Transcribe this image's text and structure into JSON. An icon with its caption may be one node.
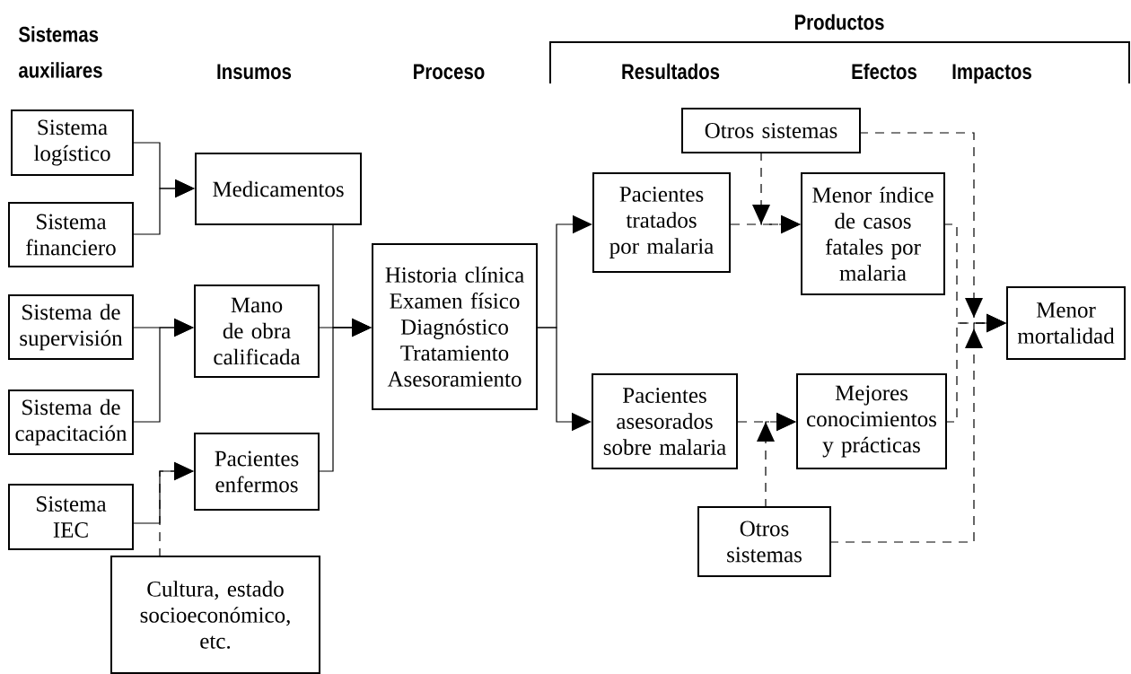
{
  "diagram": {
    "nodes": [
      {
        "text": [
          "Sistema logístico"
        ]
      },
      {
        "text": [
          "Sistema financiero"
        ]
      },
      {
        "text": [
          "Sistema de supervisión"
        ]
      },
      {
        "text": [
          "Sistema de capacitación"
        ]
      },
      {
        "text": [
          "Sistema IEC"
        ]
      },
      {
        "text": [
          "Medicamentos"
        ]
      },
      {
        "text": [
          "Mano de obra calificada"
        ]
      },
      {
        "text": [
          "Pacientes enfermos"
        ]
      },
      {
        "text": [
          "Cultura, estado socioeconómico, etc."
        ]
      },
      {
        "text": [
          "Historia clínica",
          "Examen físico",
          "Diagnóstico",
          "Tratamiento",
          "Asesoramiento"
        ]
      },
      {
        "text": [
          "Otros sistemas"
        ]
      },
      {
        "text": [
          "Pacientes tratados por malaria"
        ]
      },
      {
        "text": [
          "Menor índice de casos fatales por malaria"
        ]
      },
      {
        "text": [
          "Pacientes asesorados sobre malaria"
        ]
      },
      {
        "text": [
          "Mejores conocimientos y prácticas"
        ]
      },
      {
        "text": [
          "Otros sistemas"
        ]
      },
      {
        "text": [
          "Menor mortalidad"
        ]
      }
    ],
    "edges": [
      {
        "from": 0,
        "to": 5,
        "arrow": "to"
      },
      {
        "from": 1,
        "to": 5,
        "arrow": "to"
      },
      {
        "from": 2,
        "to": 6,
        "arrow": "to"
      },
      {
        "from": 3,
        "to": 6,
        "arrow": "to"
      },
      {
        "from": 4,
        "to": 7,
        "arrow": "to"
      },
      {
        "from": 8,
        "to": 7,
        "arrow": "to",
        "style": "dashed"
      },
      {
        "from": 5,
        "to": 9,
        "arrow": "to"
      },
      {
        "from": 6,
        "to": 9,
        "arrow": "to"
      },
      {
        "from": 7,
        "to": 9,
        "arrow": "to"
      },
      {
        "from": 9,
        "to": 11,
        "arrow": "to"
      },
      {
        "from": 9,
        "to": 13,
        "arrow": "to"
      },
      {
        "from": 11,
        "to": 12,
        "arrow": "to",
        "style": "dashed"
      },
      {
        "from": 10,
        "to": 12,
        "arrow": "to",
        "style": "dashed"
      },
      {
        "from": 13,
        "to": 14,
        "arrow": "to",
        "style": "dashed"
      },
      {
        "from": 15,
        "to": 14,
        "arrow": "to",
        "style": "dashed"
      },
      {
        "from": 12,
        "to": 16,
        "arrow": "to",
        "style": "dashed"
      },
      {
        "from": 14,
        "to": 16,
        "arrow": "to",
        "style": "dashed"
      },
      {
        "from": 10,
        "to": 16,
        "arrow": "to",
        "style": "dashed"
      },
      {
        "from": 15,
        "to": 16,
        "arrow": "to",
        "style": "dashed"
      }
    ],
    "labels": [
      "Sistemas auxiliares",
      "Insumos",
      "Proceso",
      "Productos",
      "Resultados",
      "Efectos",
      "Impactos"
    ]
  }
}
